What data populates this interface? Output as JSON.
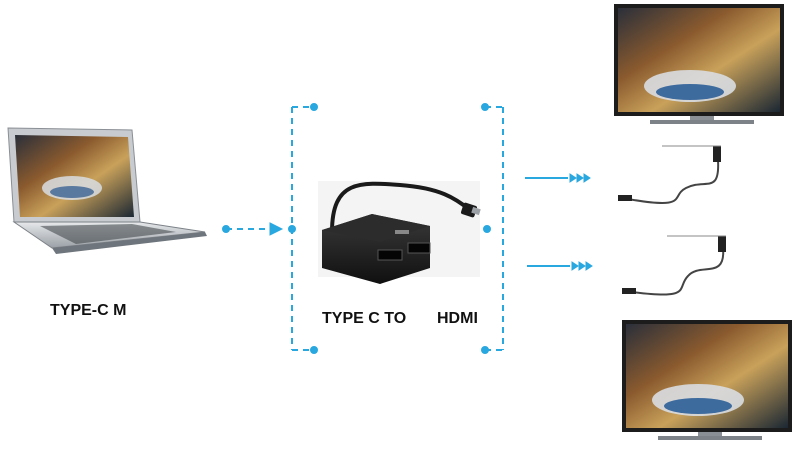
{
  "labels": {
    "source": "TYPE-C M",
    "adapter_left": "TYPE C  TO",
    "adapter_right": "HDMI"
  },
  "colors": {
    "connector_line": "#29a8e0",
    "background": "#ffffff",
    "device_dark": "#1a1a1a"
  },
  "icons": {
    "laptop": "laptop-icon",
    "adapter": "usb-c-to-dual-hdmi-adapter-icon",
    "monitor": "monitor-icon",
    "cable": "hdmi-cable-icon"
  }
}
